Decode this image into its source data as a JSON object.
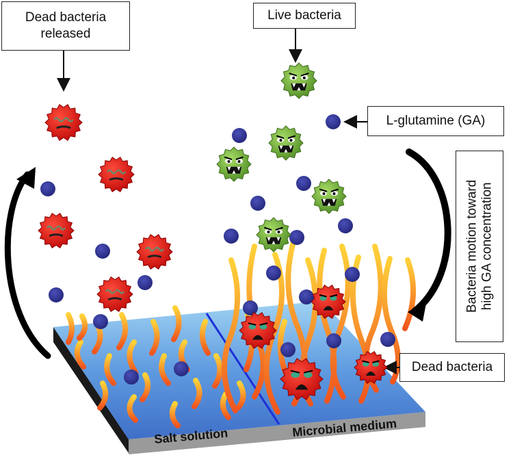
{
  "labels": {
    "dead_released_line1": "Dead bacteria",
    "dead_released_line2": "released",
    "live_bacteria": "Live bacteria",
    "l_glutamine": "L-glutamine (GA)",
    "dead_bacteria": "Dead bacteria",
    "motion_line1": "Bacteria motion toward",
    "motion_line2": "high GA concentration"
  },
  "surface": {
    "left_region": "Salt solution",
    "right_region": "Microbial medium"
  },
  "colors": {
    "dead_bacteria": "#e8141a",
    "live_bacteria": "#7dbb3c",
    "glutamine": "#2e3191",
    "surface_top": "#4f86d6",
    "divider": "#1e2fd8",
    "fibers": "#f29a2a"
  }
}
